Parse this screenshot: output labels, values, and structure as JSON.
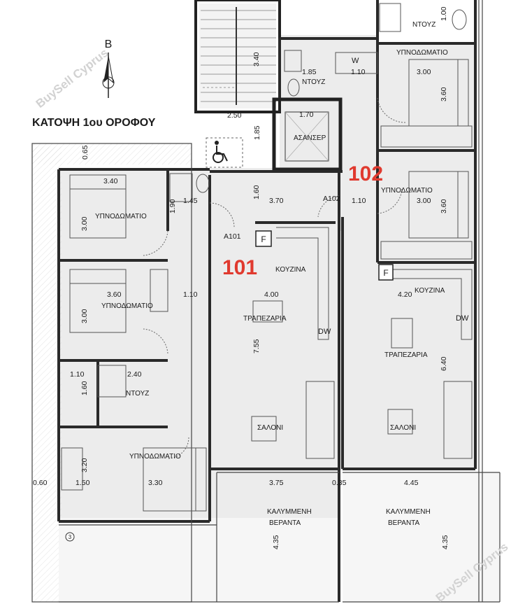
{
  "title": "ΚΑΤΟΨΗ 1ου ΟΡΟΦΟΥ",
  "north": "B",
  "watermark": "BuySell Cyprus",
  "units": {
    "u101": {
      "number": "101",
      "door": "A101"
    },
    "u102": {
      "number": "102",
      "door": "A102"
    }
  },
  "rooms": {
    "lift": "ΑΣΑΝΣΕΡ",
    "bedroom": "ΥΠΝΟΔΩΜΑΤΙΟ",
    "shower": "ΝΤΟΥΖ",
    "kitchen": "ΚΟΥΖΙΝΑ",
    "dining": "ΤΡΑΠΕΖΑΡΙΑ",
    "living": "ΣΑΛΟΝΙ",
    "veranda_line1": "ΚΑΛΥΜΜΕΝΗ",
    "veranda_line2": "ΒΕΡΑΝΤΑ"
  },
  "symbols": {
    "fridge": "F",
    "dishwasher": "DW",
    "washer": "W",
    "column_marker": "3"
  },
  "accent_color": "#e03a2f",
  "dims": {
    "stair_w": "2.50",
    "stair_h": "3.40",
    "lift_w": "1.70",
    "lift_h": "1.85",
    "shower_top_w": "1.85",
    "washer_w": "1.10",
    "shower_top_h": "1.00",
    "bed1_w": "3.00",
    "bed1_h": "3.60",
    "bed2_w": "3.00",
    "bed2_h": "3.60",
    "corr_w": "3.70",
    "corr_h": "1.60",
    "corr102_w": "1.10",
    "a_bed_w": "3.40",
    "a_bed_h": "3.00",
    "wc_h": "1.90",
    "wc_w": "1.45",
    "bed_mid_w": "3.60",
    "bed_mid_h": "3.00",
    "hall_w": "1.10",
    "k101_w": "4.00",
    "living101_h": "7.55",
    "k102_w": "4.20",
    "living102_h": "6.40",
    "sh_w1": "1.10",
    "sh_w2": "2.40",
    "sh_h": "1.60",
    "bed_sw_h": "3.20",
    "bed_sw_w": "3.30",
    "bed_sw_w2": "1.50",
    "wall_gap": "0.60",
    "ver101_w": "3.75",
    "ver_gap": "0.35",
    "ver102_w": "4.45",
    "ver101_h": "4.35",
    "ver102_h": "4.35",
    "top_gap": "0.65"
  }
}
